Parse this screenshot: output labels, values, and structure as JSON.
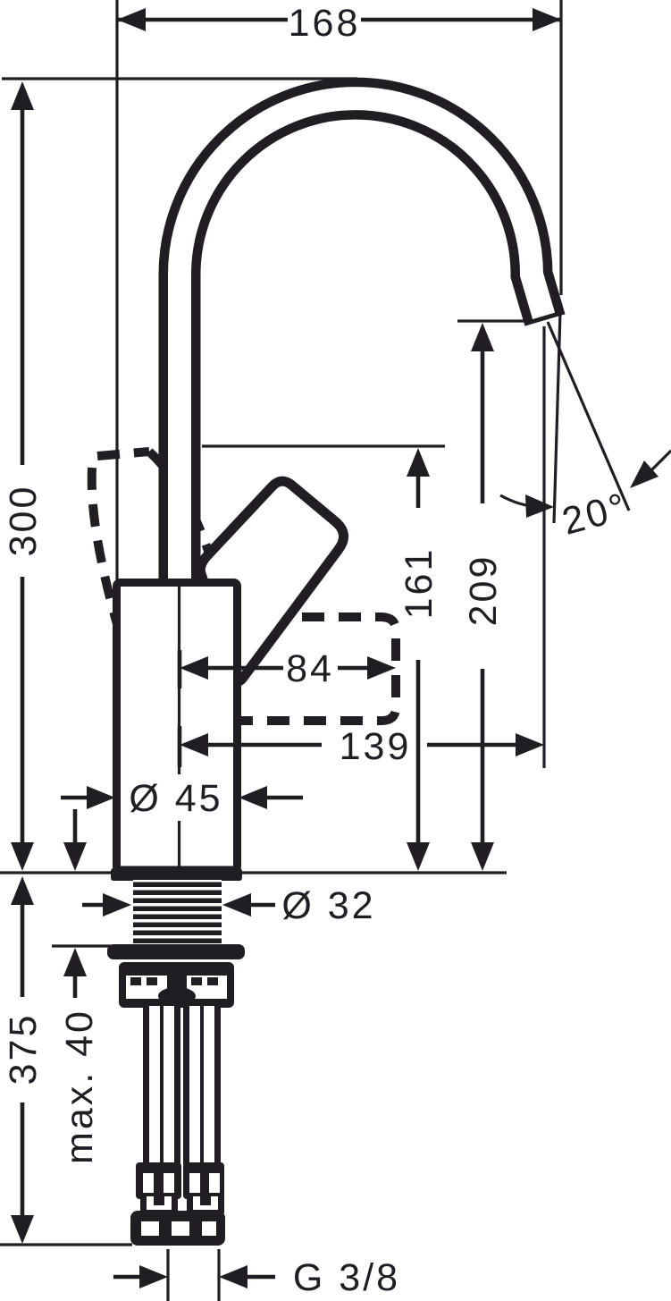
{
  "drawing": {
    "kind": "technical-dimension-drawing",
    "background_color": "#ffffff",
    "ink_color": "#211e23",
    "dims": {
      "d168": "168",
      "d300": "300",
      "d161": "161",
      "d209": "209",
      "a20": "20°",
      "d84": "84",
      "d139": "139",
      "dia45": "Ø 45",
      "dia32": "Ø 32",
      "max40": "max. 40",
      "d375": "375",
      "g38": "G 3/8"
    }
  }
}
